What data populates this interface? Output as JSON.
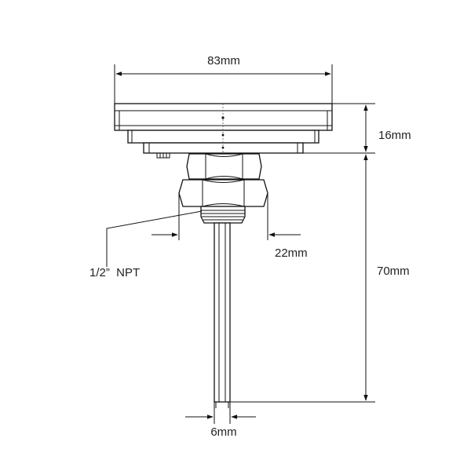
{
  "dimensions": {
    "dial_diameter": "83mm",
    "case_depth": "16mm",
    "stem_length": "70mm",
    "hex_width": "22mm",
    "stem_diameter": "6mm",
    "thread": "1/2”  NPT"
  }
}
